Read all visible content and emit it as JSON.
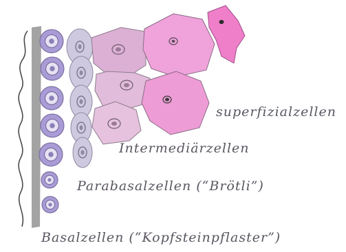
{
  "labels": {
    "superficial": "superfizialzellen",
    "intermediate": "Intermediärzellen",
    "parabasal": "Parabasalzellen (“Brötli”)",
    "basal": "Basalzellen (“Kopfsteinpflaster”)"
  },
  "colors": {
    "basal": "#a89bd6",
    "parabasal": "#cfc9e0",
    "intermediate": "#e2b9d8",
    "superficial": "#ef9dd7",
    "superficial_shed": "#ee7fc8",
    "basement": "#9d9d9d"
  }
}
